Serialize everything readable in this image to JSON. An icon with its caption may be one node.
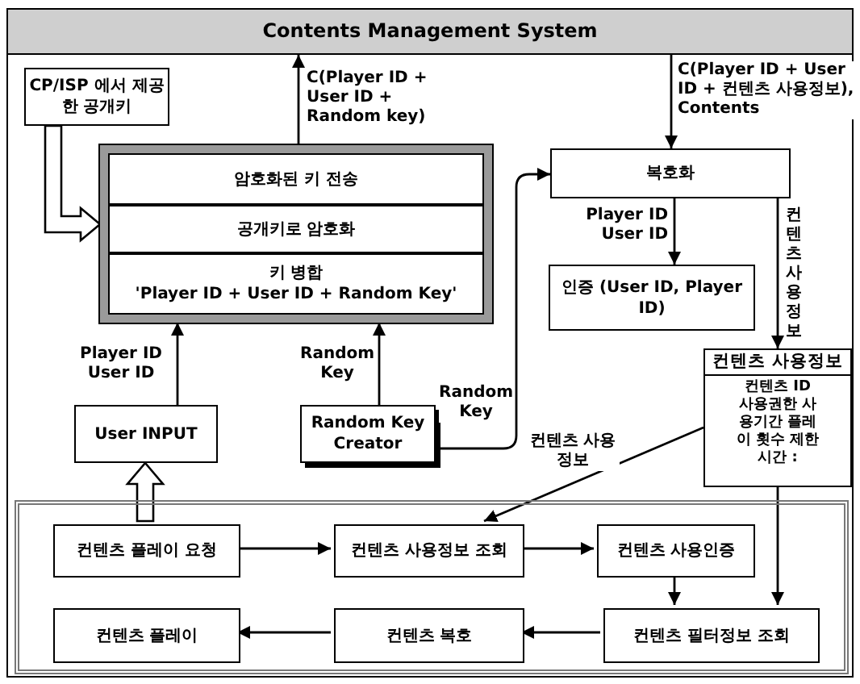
{
  "diagram": {
    "nodes": [
      {
        "text": [
          "Contents Management System"
        ]
      },
      {
        "text": [
          "CP/ISP 에서 제공한 공개키"
        ]
      },
      {
        "text": [],
        "shape": "box"
      },
      {
        "text": [
          "암호화된 키 전송"
        ],
        "in": 2
      },
      {
        "text": [
          "공개키로 암호화"
        ],
        "in": 2
      },
      {
        "text": [
          "키 병합",
          "'Player ID + User ID + Random Key'"
        ],
        "in": 2
      },
      {
        "text": [
          "User INPUT"
        ]
      },
      {
        "text": [
          "Random Key Creator"
        ]
      },
      {
        "text": [
          "복호화"
        ]
      },
      {
        "text": [
          "인증 (User ID, Player ID)"
        ]
      },
      {
        "text": [
          "컨텐츠 사용정보",
          "컨텐츠 ID 사용권한 사용기간 플레이 횟수 제한시간 :"
        ]
      },
      {
        "text": [],
        "shape": "box"
      },
      {
        "text": [
          "컨텐츠 플레이 요청"
        ],
        "in": 11
      },
      {
        "text": [
          "컨텐츠 사용정보 조회"
        ],
        "in": 11
      },
      {
        "text": [
          "컨텐츠 사용인증"
        ],
        "in": 11
      },
      {
        "text": [
          "컨텐츠 필터정보 조회"
        ],
        "in": 11
      },
      {
        "text": [
          "컨텐츠 복호"
        ],
        "in": 11
      },
      {
        "text": [
          "컨텐츠 플레이"
        ],
        "in": 11
      }
    ],
    "edges": [
      {
        "from": 1,
        "to": 2,
        "arrow": "to",
        "style": "thick"
      },
      {
        "from": 2,
        "to": 0,
        "arrow": "to",
        "label": "C(Player ID + User ID + Random key)"
      },
      {
        "from": 0,
        "to": 8,
        "arrow": "to",
        "label": "C(Player ID + User ID + 컨텐츠 사용정보), Contents"
      },
      {
        "from": 6,
        "to": 2,
        "arrow": "to",
        "label": "Player ID User ID"
      },
      {
        "from": 7,
        "to": 2,
        "arrow": "to",
        "label": "Random Key"
      },
      {
        "from": 7,
        "to": 8,
        "arrow": "to",
        "label": "Random Key"
      },
      {
        "from": 8,
        "to": 9,
        "arrow": "to",
        "label": "Player ID User ID"
      },
      {
        "from": 8,
        "to": 10,
        "arrow": "to",
        "label": "컨텐츠사용정보"
      },
      {
        "from": 10,
        "to": 13,
        "arrow": "to",
        "label": "컨텐츠 사용정보"
      },
      {
        "from": 10,
        "to": 15,
        "arrow": "to"
      },
      {
        "from": 12,
        "to": 6,
        "arrow": "to",
        "style": "thick"
      },
      {
        "from": 12,
        "to": 13,
        "arrow": "to"
      },
      {
        "from": 13,
        "to": 14,
        "arrow": "to"
      },
      {
        "from": 14,
        "to": 15,
        "arrow": "to"
      },
      {
        "from": 15,
        "to": 16,
        "arrow": "to"
      },
      {
        "from": 16,
        "to": 17,
        "arrow": "to"
      }
    ]
  }
}
